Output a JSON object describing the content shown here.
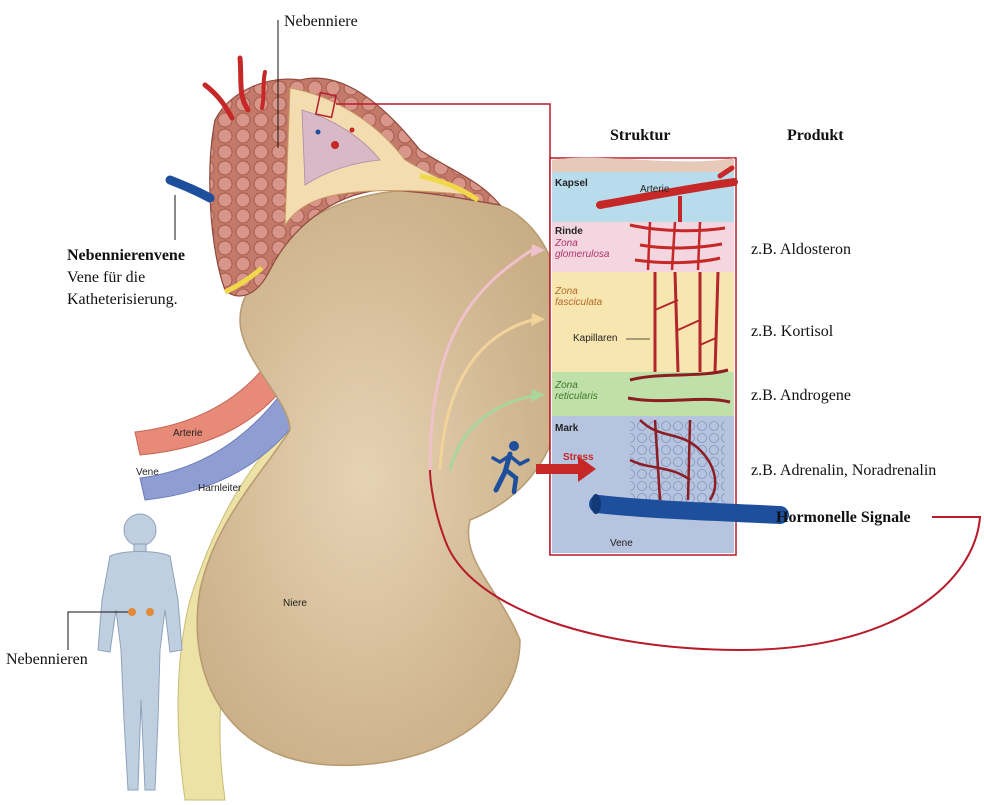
{
  "labels": {
    "nebenniere": "Nebenniere",
    "vene_title": "Nebennierenvene",
    "vene_desc_1": "Vene für die",
    "vene_desc_2": "Katheterisierung.",
    "arterie": "Arterie",
    "vene": "Vene",
    "harnleiter": "Harnleiter",
    "niere": "Niere",
    "nebennieren": "Nebennieren"
  },
  "panel": {
    "struktur_header": "Struktur",
    "produkt_header": "Produkt",
    "kapsel": "Kapsel",
    "arterie": "Arterie",
    "rinde": "Rinde",
    "zona_glomerulosa_1": "Zona",
    "zona_glomerulosa_2": "glomerulosa",
    "zona_fasciculata_1": "Zona",
    "zona_fasciculata_2": "fasciculata",
    "kapillaren": "Kapillaren",
    "zona_reticularis_1": "Zona",
    "zona_reticularis_2": "reticularis",
    "mark": "Mark",
    "stress": "Stress",
    "vene": "Vene"
  },
  "products": {
    "aldosteron": "z.B. Aldosteron",
    "kortisol": "z.B. Kortisol",
    "androgene": "z.B. Androgene",
    "adrenalin": "z.B. Adrenalin, Noradrenalin",
    "hormonelle_signale": "Hormonelle Signale"
  },
  "colors": {
    "kidney": "#dcc5a3",
    "adrenal": "#c9806e",
    "capsule": "#b8dcec",
    "glomerulosa": "#f3d6df",
    "fasciculata": "#f8e6b0",
    "reticularis": "#bfe0a8",
    "medulla": "#b7c4e0",
    "vessel_red": "#c62828",
    "vessel_blue": "#1d4f9c",
    "accent_line": "#b71c2b"
  }
}
